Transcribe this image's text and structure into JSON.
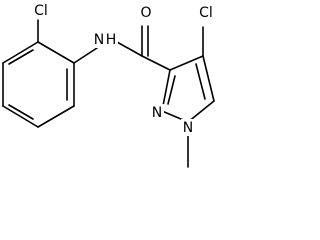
{
  "molecule": {
    "atoms": {
      "cl_phenyl": "Cl",
      "amide_n": "N",
      "amide_h": "H",
      "carbonyl_o": "O",
      "cl_pyrazole": "Cl",
      "pyrazole_n2": "N",
      "pyrazole_n1": "N"
    }
  }
}
